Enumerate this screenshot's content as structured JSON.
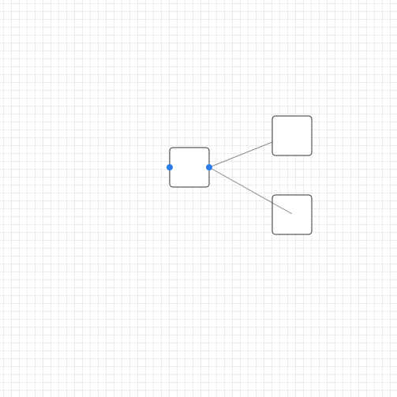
{
  "diagram": {
    "grid": true,
    "colors": {
      "grid_line": "#ececec",
      "node_border": "#333333",
      "node_fill": "#ffffff",
      "edge": "#8a8a8a",
      "port": "#2b7de9"
    },
    "nodes": [
      {
        "id": "node-a",
        "label": ""
      },
      {
        "id": "node-b",
        "label": ""
      },
      {
        "id": "node-c",
        "label": ""
      }
    ],
    "edges": [
      {
        "from": "node-a",
        "to": "node-b"
      },
      {
        "from": "node-a",
        "to": "node-c"
      }
    ],
    "selected_node": "node-a"
  }
}
